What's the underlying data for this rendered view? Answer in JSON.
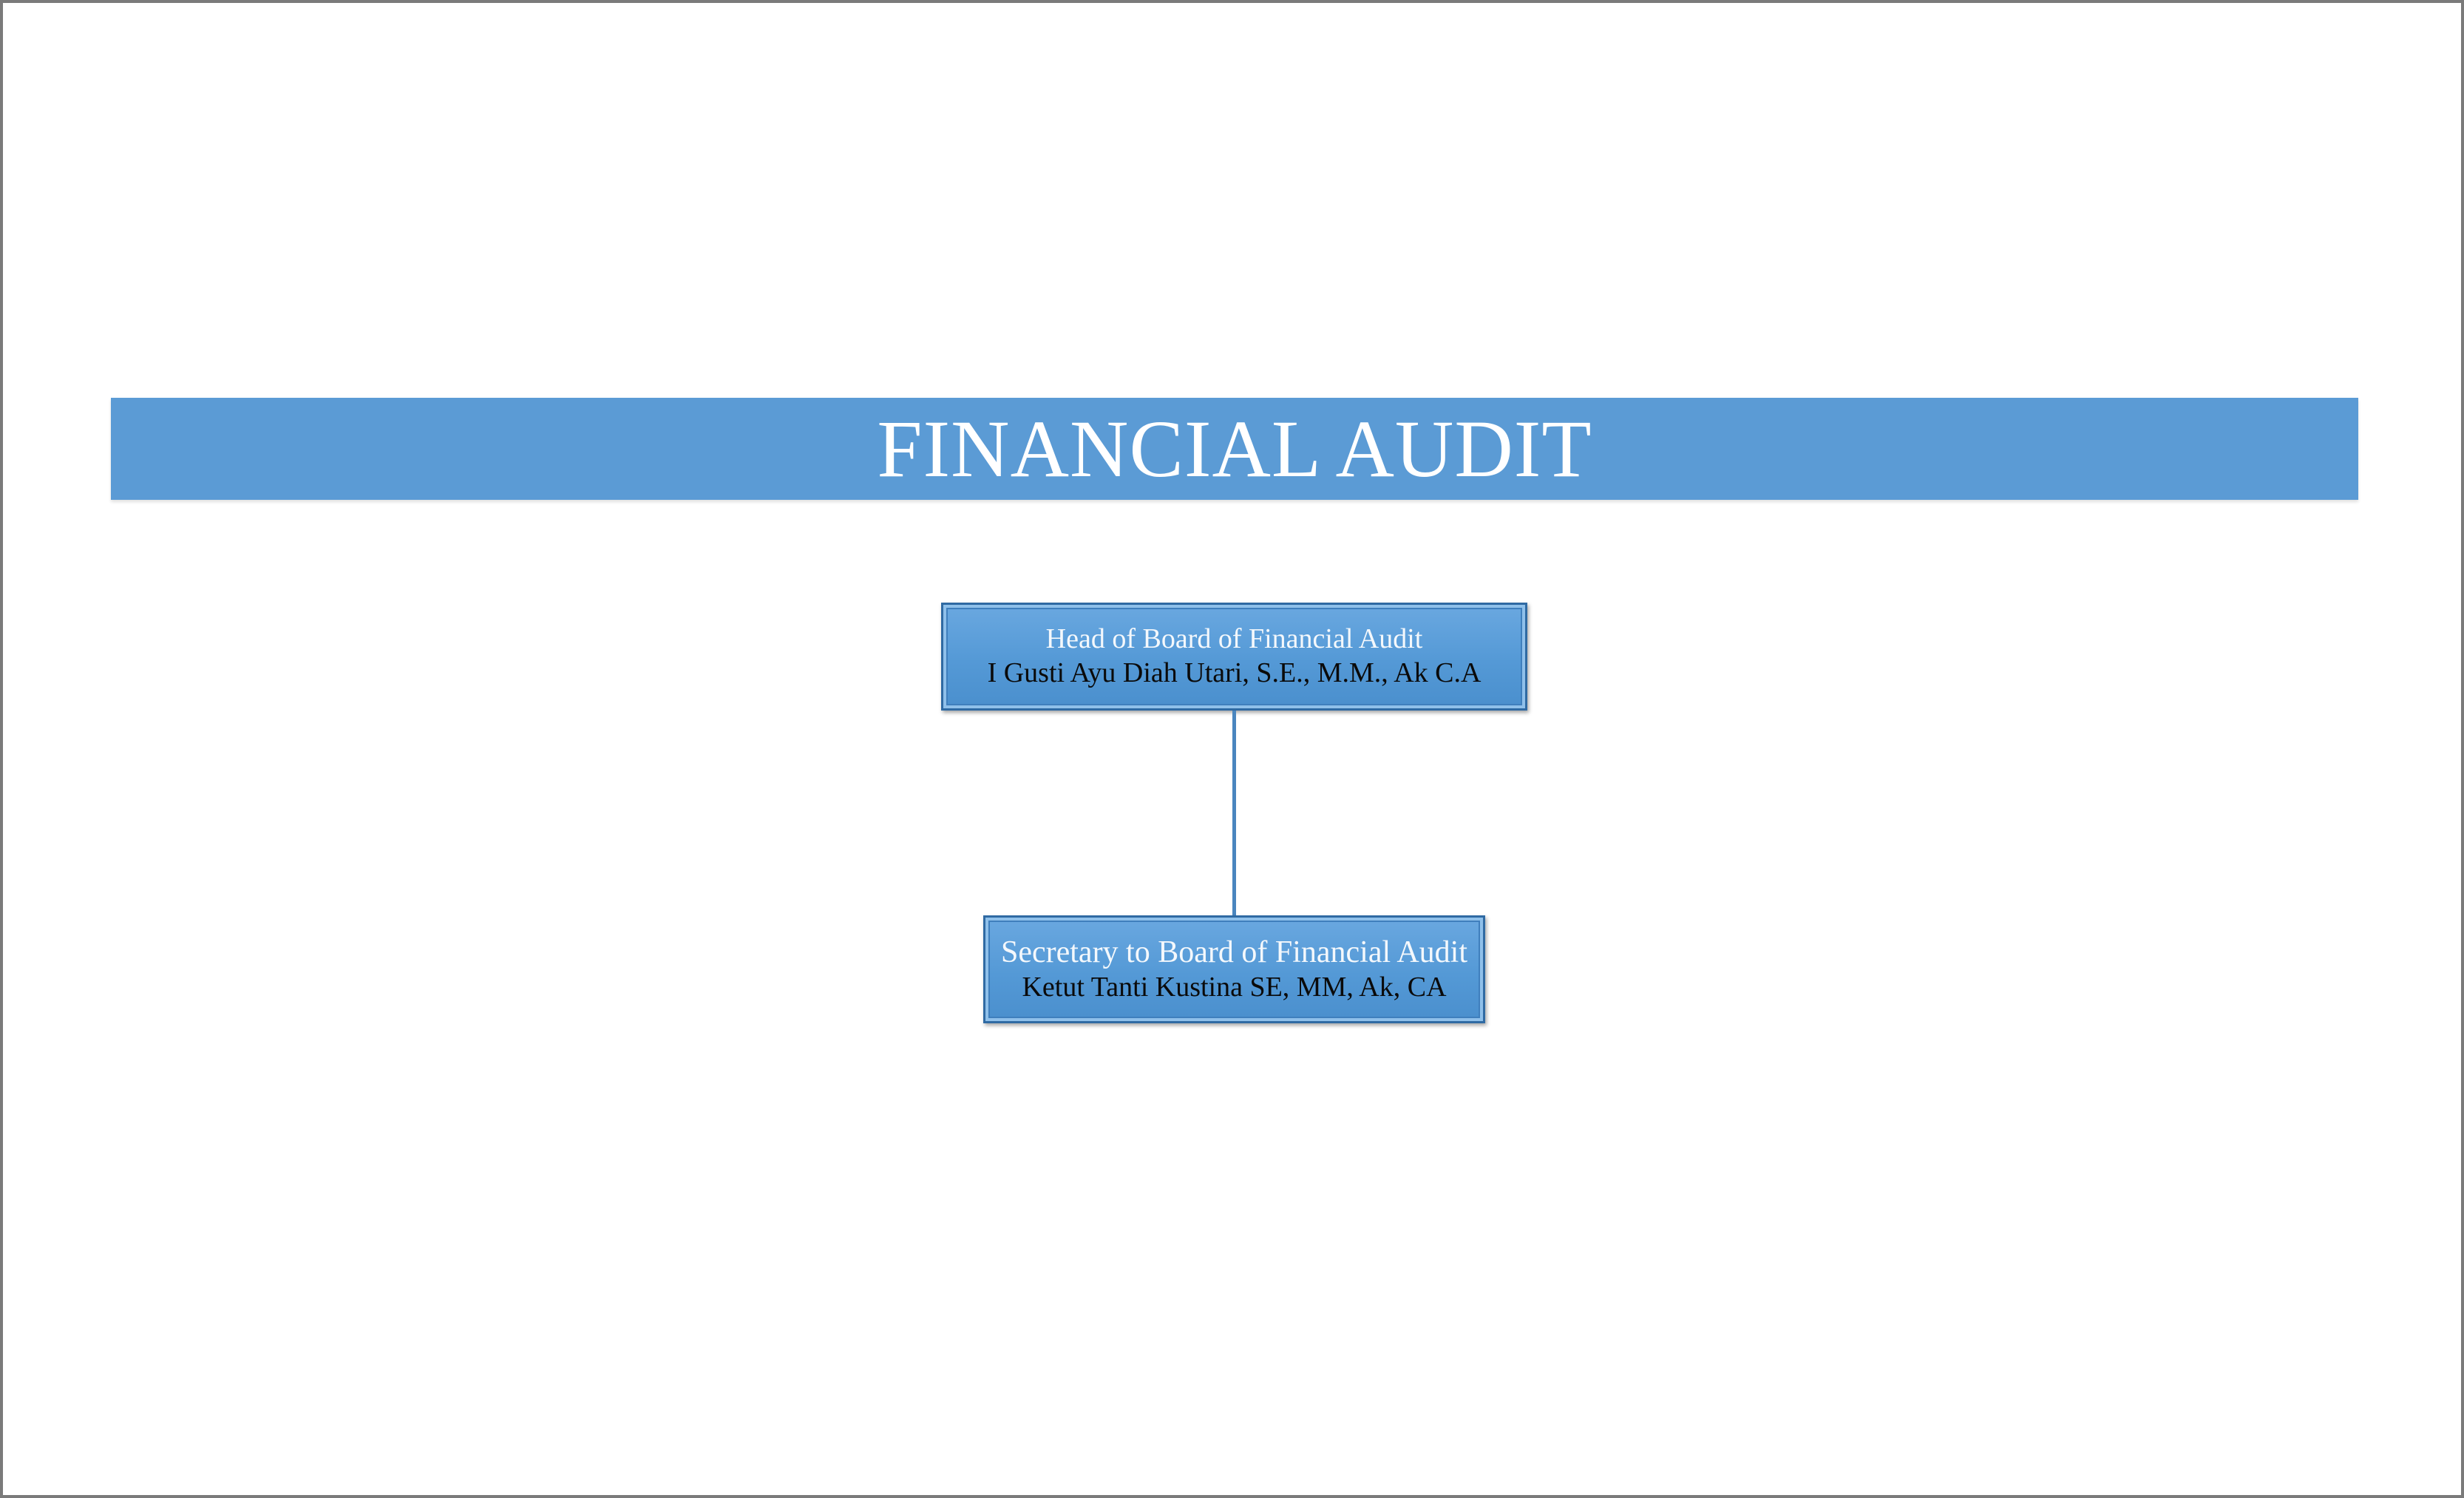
{
  "banner": {
    "title": "FINANCIAL AUDIT"
  },
  "org_chart": {
    "nodes": [
      {
        "id": "head",
        "role": "Head of Board of Financial Audit",
        "name": "I Gusti Ayu Diah Utari, S.E., M.M., Ak C.A"
      },
      {
        "id": "secretary",
        "role": "Secretary to Board of Financial Audit",
        "name": "Ketut Tanti Kustina SE, MM, Ak, CA"
      }
    ],
    "edges": [
      {
        "from": "head",
        "to": "secretary"
      }
    ]
  },
  "colors": {
    "banner": "#5b9bd5",
    "box_fill": "#5499d6",
    "box_border": "#2f6aa3",
    "connector": "#4a86bf",
    "role_text": "#f4f8fc",
    "name_text": "#0a0a0a"
  }
}
